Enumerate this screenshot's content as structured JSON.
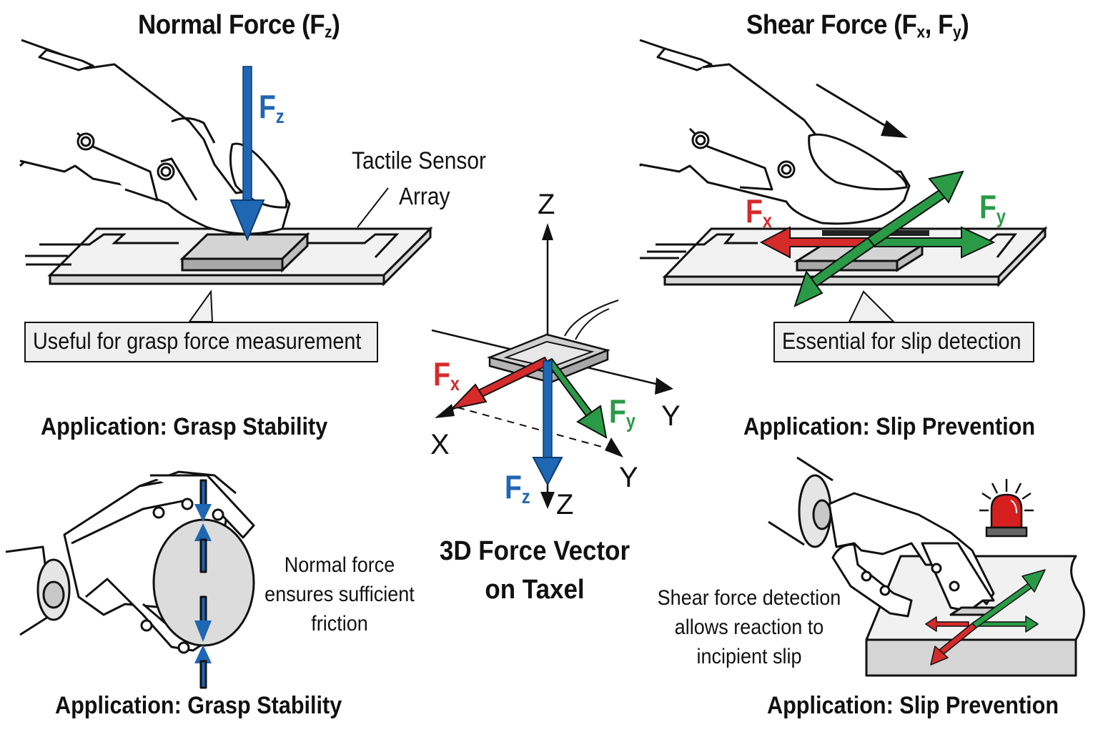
{
  "panels": {
    "normal_force": {
      "title": "Normal Force (F",
      "title_sub": "z",
      "title_close": ")",
      "vector_label": "F",
      "vector_sub": "z",
      "sensor_label_line1": "Tactile Sensor",
      "sensor_label_line2": "Array",
      "callout": "Useful for grasp force measurement",
      "application_heading": "Application: Grasp Stability"
    },
    "shear_force": {
      "title": "Shear Force (F",
      "title_sub1": "x",
      "title_mid": ", F",
      "title_sub2": "y",
      "title_close": ")",
      "fx_label": "F",
      "fx_sub": "x",
      "fy_label": "F",
      "fy_sub": "y",
      "callout": "Essential for slip detection",
      "application_heading": "Application: Slip Prevention"
    },
    "center": {
      "axis_z_top": "Z",
      "axis_x": "X",
      "axis_y_upper": "Y",
      "axis_y_lower": "Y",
      "axis_z_bottom": "Z",
      "fx_label": "F",
      "fx_sub": "x",
      "fy_label": "F",
      "fy_sub": "y",
      "fz_label": "F",
      "fz_sub": "z",
      "title_line1": "3D Force Vector",
      "title_line2": "on Taxel"
    },
    "grasp_stability": {
      "caption_line1": "Normal force",
      "caption_line2": "ensures sufficient",
      "caption_line3": "friction",
      "application_footer": "Application: Grasp Stability"
    },
    "slip_prevention": {
      "caption_line1": "Shear force detection",
      "caption_line2": "allows reaction to",
      "caption_line3": "incipient slip",
      "application_footer": "Application: Slip Prevention",
      "alarm_icon": "alarm-beacon-icon"
    }
  },
  "colors": {
    "fz_blue": "#1f66b3",
    "fx_red": "#d52b2b",
    "fy_green": "#2a9a47",
    "sensor_gray": "#cfcfcf",
    "board_gray": "#efefef",
    "alarm_red": "#d62020"
  }
}
